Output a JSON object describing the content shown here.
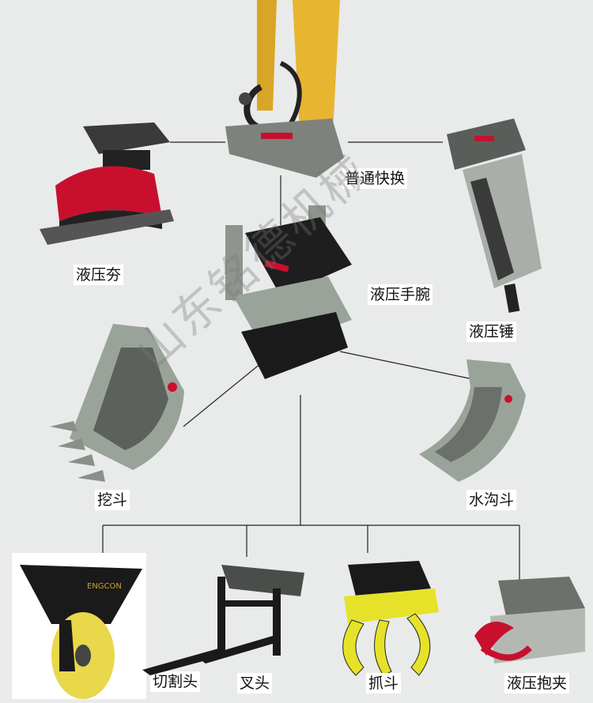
{
  "title": "挖掘机属具示意图",
  "watermark": "山东铭德机械",
  "labels": {
    "quick_coupler": "普通快换",
    "plate_compactor": "液压夯",
    "tiltrotator": "液压手腕",
    "hydraulic_hammer": "液压锤",
    "bucket": "挖斗",
    "ditch_bucket": "水沟斗",
    "cutter_head": "切割头",
    "fork": "叉头",
    "grapple": "抓斗",
    "hydraulic_clamp": "液压抱夹"
  },
  "colors": {
    "arm_yellow": "#e8b530",
    "brand_red": "#c8102e",
    "body_gray": "#9aa39a",
    "grapple_yellow": "#e6e22a"
  }
}
